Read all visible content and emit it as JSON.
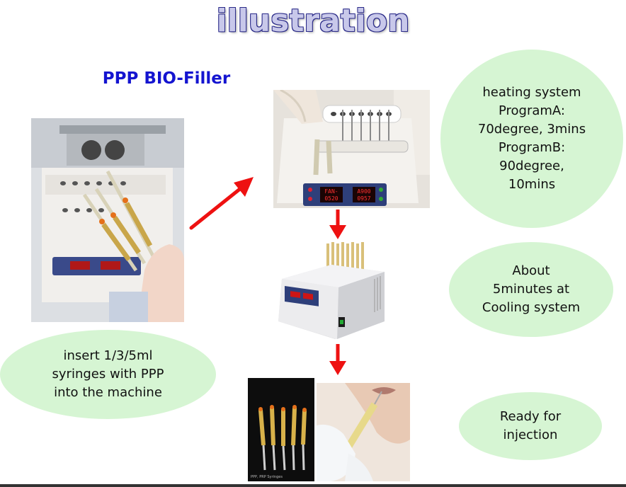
{
  "title": "illustration",
  "subtitle": "PPP BIO-Filler",
  "bubbles": {
    "heating": "heating system\nProgramA:\n70degree, 3mins\nProgramB:\n90degree,\n10mins",
    "cooling": "About\n5minutes at\nCooling system",
    "insert": "insert 1/3/5ml\nsyringes with PPP\ninto the machine",
    "ready": "Ready for\ninjection"
  },
  "display": {
    "top_left": "FAN-",
    "top_right": "A900",
    "bottom_left": "0520",
    "bottom_right": "0957"
  },
  "photo_caption": "PPP, PRP Syringes",
  "colors": {
    "title_fill": "#c8c8ea",
    "title_outline": "#2a2a88",
    "subtitle": "#1414d0",
    "bubble": "#d6f5d3",
    "arrow": "#ee1111"
  }
}
